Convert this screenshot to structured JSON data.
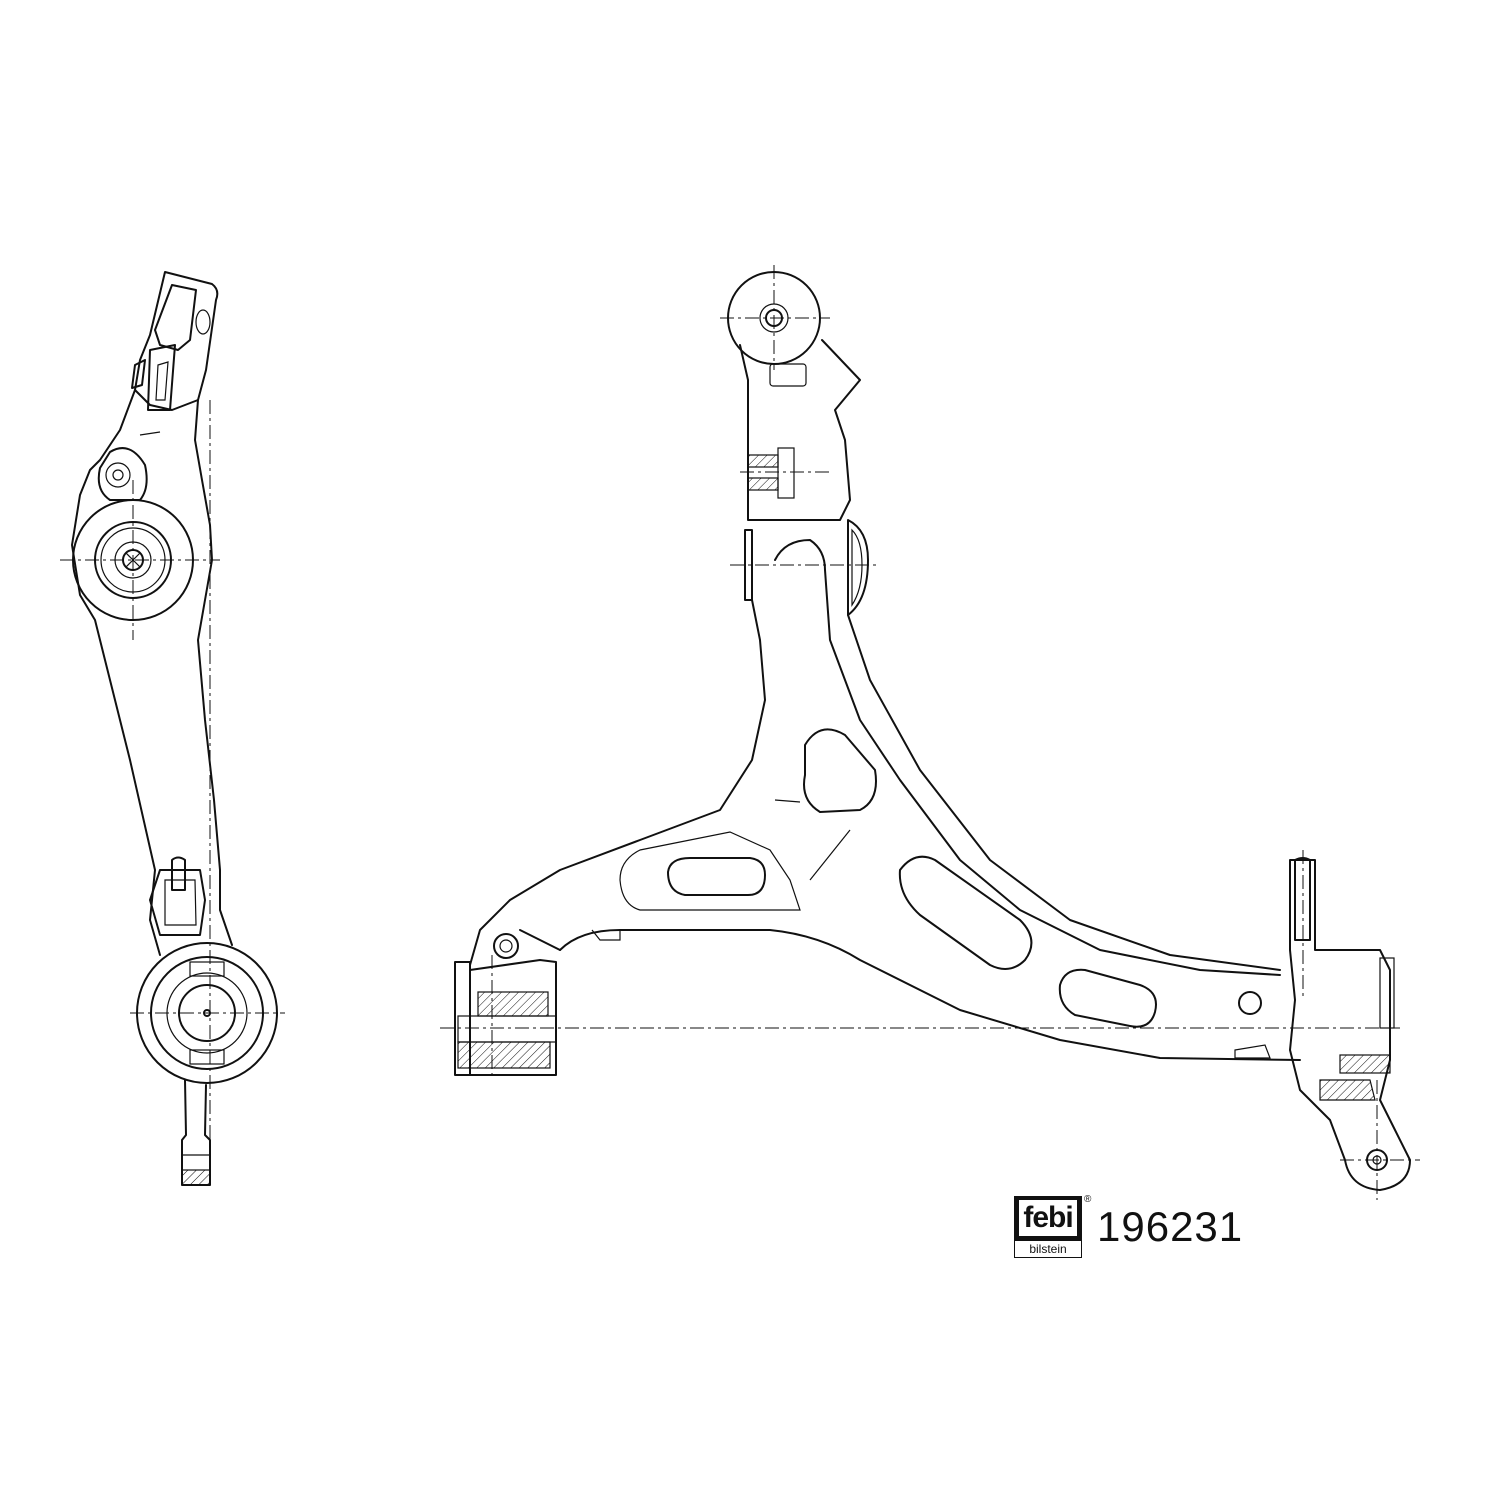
{
  "brand": {
    "logo_top": "febi",
    "logo_bottom": "bilstein",
    "registered": "®"
  },
  "part_number": "196231"
}
